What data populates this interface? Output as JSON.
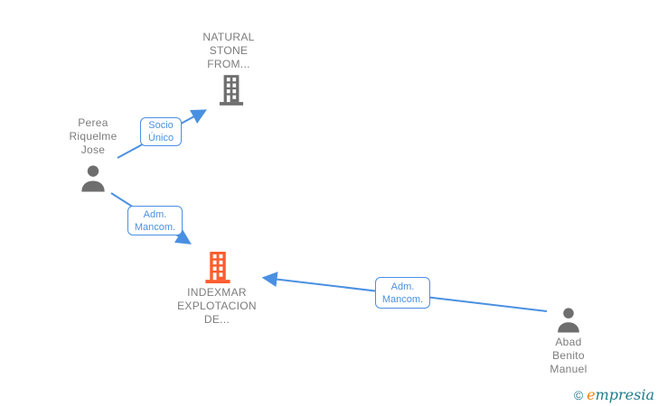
{
  "colors": {
    "edge_blue": "#4a90e2",
    "relation_text_blue": "#4a90e2",
    "node_text_gray": "#7c7c7c",
    "icon_gray": "#6e6e6e",
    "company_highlight_orange": "#fb5d2e",
    "logo_teal": "#1e7b8c",
    "logo_orange": "#f5820b",
    "background": "#ffffff"
  },
  "nodes": {
    "natural_stone": {
      "type": "company",
      "lines": [
        "NATURAL",
        "STONE",
        "FROM..."
      ]
    },
    "perea": {
      "type": "person",
      "lines": [
        "Perea",
        "Riquelme",
        "Jose"
      ]
    },
    "indexmar": {
      "type": "company",
      "lines": [
        "INDEXMAR",
        "EXPLOTACION",
        "DE..."
      ]
    },
    "abad": {
      "type": "person",
      "lines": [
        "Abad",
        "Benito",
        "Manuel"
      ]
    }
  },
  "relations": {
    "socio_unico": {
      "lines": [
        "Socio",
        "Único"
      ]
    },
    "adm_mancom_left": {
      "lines": [
        "Adm.",
        "Mancom."
      ]
    },
    "adm_mancom_right": {
      "lines": [
        "Adm.",
        "Mancom."
      ]
    }
  },
  "footer": {
    "copyright_symbol": "©",
    "brand_e": "e",
    "brand_rest": "mpresia"
  }
}
